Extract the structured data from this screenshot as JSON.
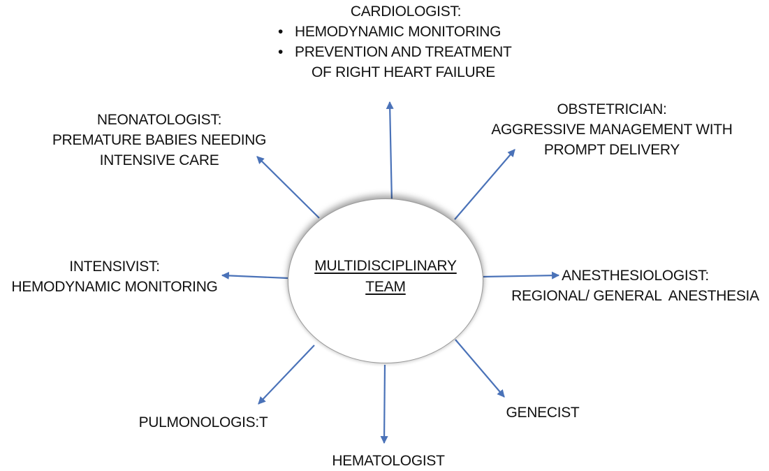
{
  "center": {
    "line1": "MULTIDISCIPLINARY",
    "line2": "TEAM"
  },
  "nodes": {
    "cardiologist": {
      "title": "CARDIOLOGIST:",
      "bullets": [
        [
          "HEMODYNAMIC MONITORING"
        ],
        [
          "PREVENTION AND TREATMENT",
          "OF RIGHT HEART FAILURE"
        ]
      ]
    },
    "obstetrician": {
      "title": "OBSTETRICIAN:",
      "lines": [
        "AGGRESSIVE MANAGEMENT WITH",
        "PROMPT DELIVERY"
      ]
    },
    "neonatologist": {
      "title": "NEONATOLOGIST:",
      "lines": [
        "PREMATURE BABIES NEEDING",
        "INTENSIVE CARE"
      ]
    },
    "intensivist": {
      "title": "INTENSIVIST:",
      "lines": [
        "HEMODYNAMIC MONITORING"
      ]
    },
    "anesthesiologist": {
      "title": "ANESTHESIOLOGIST:",
      "lines": [
        "REGIONAL/ GENERAL  ANESTHESIA"
      ]
    },
    "pulmonologist": {
      "title": "PULMONOLOGIS:T"
    },
    "hematologist": {
      "title": "HEMATOLOGIST"
    },
    "genecist": {
      "title": "GENECIST"
    }
  },
  "colors": {
    "arrow": "#4a72b8",
    "text": "#111111",
    "hub_border": "#9a9a9a"
  }
}
